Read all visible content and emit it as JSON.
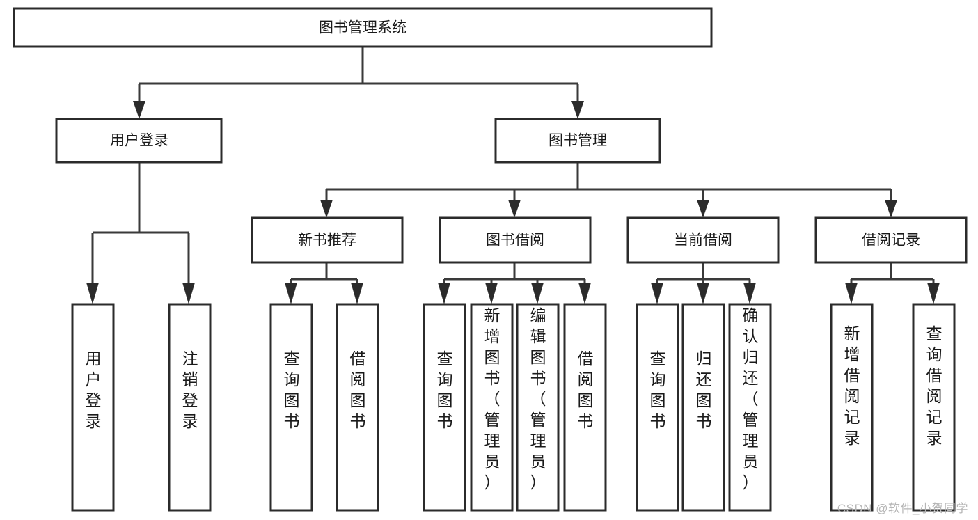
{
  "diagram": {
    "title": "图书管理系统",
    "type": "tree-hierarchy",
    "watermark": "CSDN @软件_小贺同学",
    "colors": {
      "box_stroke": "#2b2b2b",
      "connector": "#3a3a3a",
      "box_fill": "#ffffff",
      "text": "#1a1a1a",
      "watermark": "#b6b6b6",
      "background": "#ffffff"
    },
    "root": {
      "label": "图书管理系统",
      "orientation": "horizontal"
    },
    "level1": [
      {
        "label": "用户登录",
        "orientation": "horizontal"
      },
      {
        "label": "图书管理",
        "orientation": "horizontal"
      }
    ],
    "level2": [
      {
        "label": "新书推荐",
        "orientation": "horizontal",
        "parent": "图书管理"
      },
      {
        "label": "图书借阅",
        "orientation": "horizontal",
        "parent": "图书管理"
      },
      {
        "label": "当前借阅",
        "orientation": "horizontal",
        "parent": "图书管理"
      },
      {
        "label": "借阅记录",
        "orientation": "horizontal",
        "parent": "图书管理"
      }
    ],
    "leaves": {
      "user_login": [
        {
          "label": "用户登录",
          "orientation": "vertical"
        },
        {
          "label": "注销登录",
          "orientation": "vertical"
        }
      ],
      "new_book_recommend": [
        {
          "label": "查询图书",
          "orientation": "vertical"
        },
        {
          "label": "借阅图书",
          "orientation": "vertical"
        }
      ],
      "book_borrow": [
        {
          "label": "查询图书",
          "orientation": "vertical"
        },
        {
          "label": "新增图书（管理员）",
          "orientation": "vertical"
        },
        {
          "label": "编辑图书（管理员）",
          "orientation": "vertical"
        },
        {
          "label": "借阅图书",
          "orientation": "vertical"
        }
      ],
      "current_borrow": [
        {
          "label": "查询图书",
          "orientation": "vertical"
        },
        {
          "label": "归还图书",
          "orientation": "vertical"
        },
        {
          "label": "确认归还（管理员）",
          "orientation": "vertical"
        }
      ],
      "borrow_record": [
        {
          "label": "新增借阅记录",
          "orientation": "vertical"
        },
        {
          "label": "查询借阅记录",
          "orientation": "vertical"
        }
      ]
    }
  }
}
